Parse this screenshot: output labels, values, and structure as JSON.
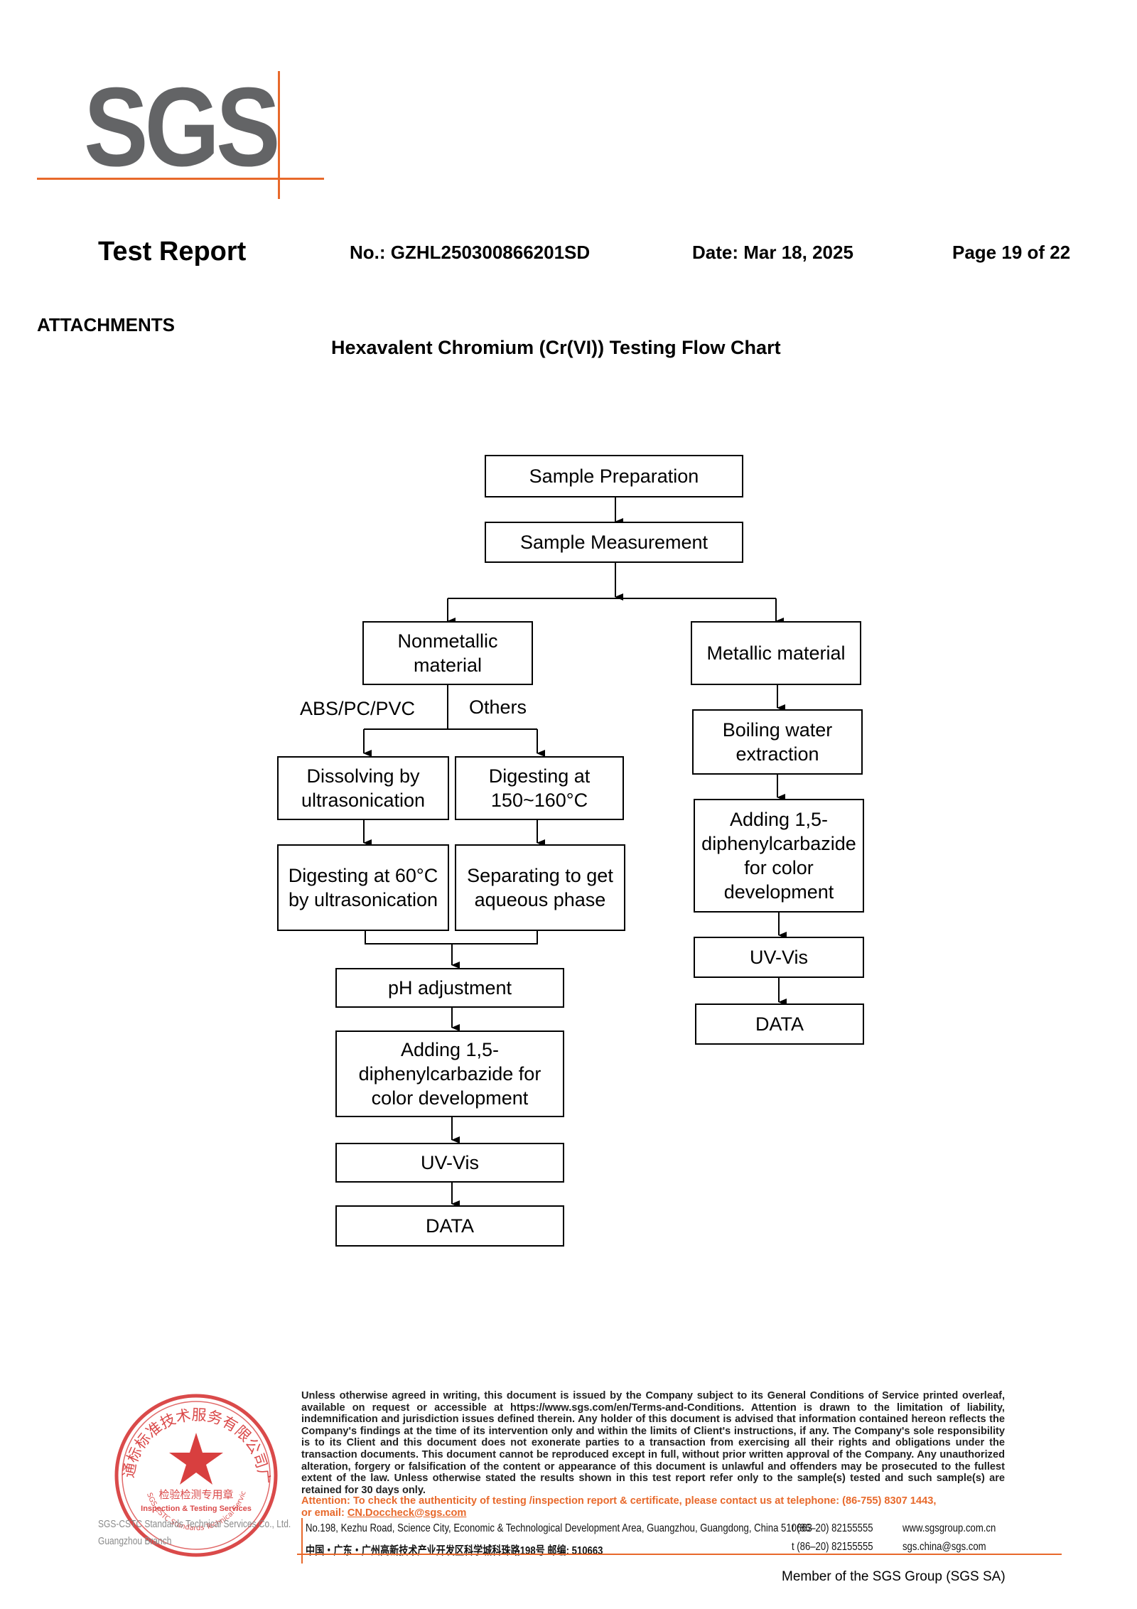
{
  "header": {
    "logo_text": "SGS",
    "title": "Test Report",
    "report_no": "No.: GZHL250300866201SD",
    "date": "Date: Mar 18, 2025",
    "page": "Page 19 of  22"
  },
  "section_label": "ATTACHMENTS",
  "chart_title": "Hexavalent Chromium (Cr(VI)) Testing Flow Chart",
  "flowchart": {
    "sample_preparation": "Sample Preparation",
    "sample_measurement": "Sample Measurement",
    "nonmetallic_material": "Nonmetallic material",
    "metallic_material": "Metallic material",
    "branch_abs": "ABS/PC/PVC",
    "branch_others": "Others",
    "dissolving": "Dissolving by ultrasonication",
    "digesting_150": "Digesting at 150~160°C",
    "digesting_60": "Digesting at 60°C by ultrasonication",
    "separating": "Separating to get aqueous phase",
    "ph_adjustment": "pH adjustment",
    "adding_left": "Adding 1,5-diphenylcarbazide for color development",
    "uvvis_left": "UV-Vis",
    "data_left": "DATA",
    "boiling": "Boiling water extraction",
    "adding_right": "Adding 1,5-diphenylcarbazide for color development",
    "uvvis_right": "UV-Vis",
    "data_right": "DATA"
  },
  "footer": {
    "disclaimer": "Unless otherwise agreed in writing, this document is issued by the Company subject to its General Conditions of Service printed overleaf, available on request or accessible at https://www.sgs.com/en/Terms-and-Conditions. Attention is drawn to the limitation of liability, indemnification and jurisdiction issues defined therein. Any holder of this document is advised that information contained hereon reflects the Company's findings at the time of its intervention only and within the limits of Client's instructions, if any. The Company's sole responsibility is to its Client and this document does not exonerate parties to a transaction from exercising all their rights and obligations under the transaction documents. This document cannot be reproduced except in full, without prior written approval of the Company. Any unauthorized alteration, forgery or falsification of the content or appearance of this document is unlawful and offenders may be prosecuted to the fullest extent of the law. Unless otherwise stated the results shown in this test report refer only to the sample(s) tested and such sample(s) are retained for 30 days only.",
    "attention": "Attention: To check the authenticity of testing /inspection report & certificate, please contact us at telephone: (86-755) 8307 1443,",
    "email_prefix": "or email: ",
    "email": "CN.Doccheck@sgs.com",
    "address_en": "No.198, Kezhu Road, Science City, Economic & Technological Development Area, Guangzhou, Guangdong, China  510663",
    "address_cn": "中国・广东・广州高新技术产业开发区科学城科珠路198号  邮编: 510663",
    "phone1": "t  (86–20) 82155555",
    "phone2": "t  (86–20) 82155555",
    "web": "www.sgsgroup.com.cn",
    "mail": "sgs.china@sgs.com",
    "member": "Member of the SGS Group (SGS SA)",
    "seal_caption_1": "SGS-CSTC Standards Technical Services Co., Ltd.",
    "seal_caption_2": "Guangzhou Branch",
    "seal_text_cn": "通标标准技术服务有限公司广州分公司",
    "seal_text_cn2": "检验检测专用章",
    "seal_text_en": "Inspection & Testing Services",
    "seal_ring_en": "SGS-CSTC Standards Technical Services Co.,Ltd. Guangzhou Branch"
  },
  "colors": {
    "brand_orange": "#e8692b",
    "logo_gray": "#636466",
    "seal_red": "#d42a2a"
  }
}
